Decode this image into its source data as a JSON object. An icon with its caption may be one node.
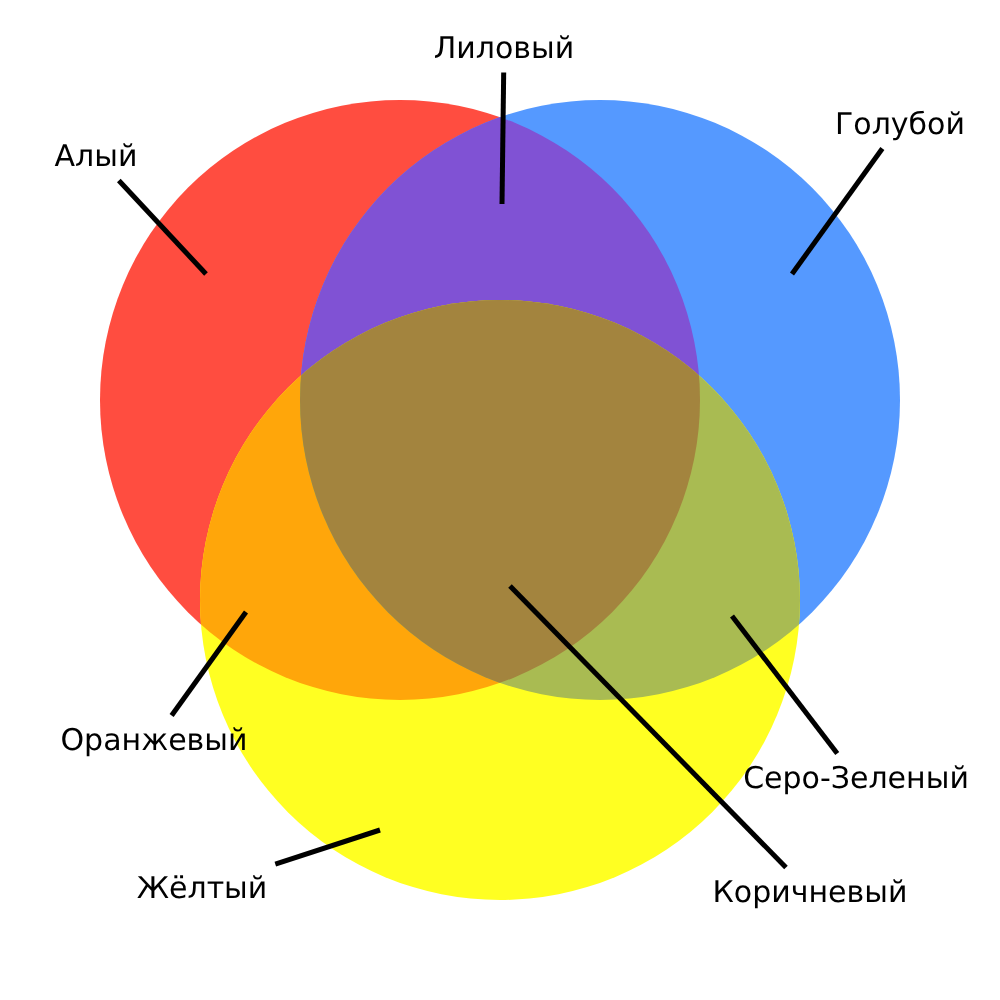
{
  "diagram": {
    "nodes": [
      {
        "text": [
          "Алый"
        ]
      },
      {
        "text": [
          "Лиловый"
        ]
      },
      {
        "text": [
          "Голубой"
        ]
      },
      {
        "text": [
          "Оранжевый"
        ]
      },
      {
        "text": [
          "Серо-Зеленый"
        ]
      },
      {
        "text": [
          "Жёлтый"
        ]
      },
      {
        "text": [
          "Коричневый"
        ]
      }
    ],
    "edges": [
      {
        "from": 0,
        "to": null,
        "arrow": "none"
      },
      {
        "from": 1,
        "to": null,
        "arrow": "none"
      },
      {
        "from": 2,
        "to": null,
        "arrow": "none"
      },
      {
        "from": 3,
        "to": null,
        "arrow": "none"
      },
      {
        "from": 4,
        "to": null,
        "arrow": "none"
      },
      {
        "from": 5,
        "to": null,
        "arrow": "none"
      },
      {
        "from": 6,
        "to": null,
        "arrow": "none"
      }
    ]
  }
}
